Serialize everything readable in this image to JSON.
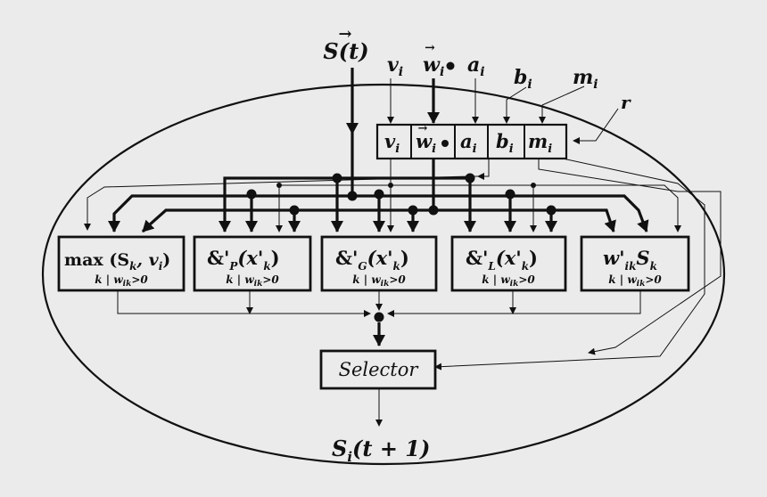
{
  "inputs": {
    "signal": "S(t)",
    "v": "v",
    "w": "w",
    "a": "a",
    "b": "b",
    "m": "m",
    "r": "r",
    "subscript": "i"
  },
  "register": {
    "cells": [
      {
        "main": "v",
        "sub": "i"
      },
      {
        "main": "w",
        "sub": "i"
      },
      {
        "main": "a",
        "sub": "i"
      },
      {
        "main": "b",
        "sub": "i"
      },
      {
        "main": "m",
        "sub": "i"
      }
    ]
  },
  "operators": [
    {
      "text": "max (S",
      "sub": "k",
      "rest": ", v",
      "rest_sub": "i",
      "tail": ")",
      "cond": "k | w",
      "cond_sub": "ik",
      "cond_tail": ">0"
    },
    {
      "text": "&'",
      "sub": "P",
      "rest": "(x'",
      "rest_sub": "k",
      "tail": ")",
      "cond": "k | w",
      "cond_sub": "ik",
      "cond_tail": ">0"
    },
    {
      "text": "&'",
      "sub": "G",
      "rest": "(x'",
      "rest_sub": "k",
      "tail": ")",
      "cond": "k | w",
      "cond_sub": "ik",
      "cond_tail": ">0"
    },
    {
      "text": "&'",
      "sub": "L",
      "rest": "(x'",
      "rest_sub": "k",
      "tail": ")",
      "cond": "k | w",
      "cond_sub": "ik",
      "cond_tail": ">0"
    },
    {
      "text": "w'",
      "sub": "ik",
      "rest": "S",
      "rest_sub": "k",
      "tail": "",
      "cond": "k | w",
      "cond_sub": "ik",
      "cond_tail": ">0"
    }
  ],
  "selector": "Selector",
  "output": {
    "text": "S",
    "sub": "i",
    "rest": "(t + 1)"
  }
}
